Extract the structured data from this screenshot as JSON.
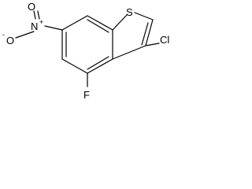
{
  "molecule": {
    "atoms": {
      "sulfur": "S",
      "chlorine": "Cl",
      "fluorine": "F",
      "nitro_nitrogen": "N",
      "nitro_oxygen_top": "O",
      "nitro_oxygen_left": "O"
    },
    "charges": {
      "nitro_nitrogen": "+",
      "nitro_oxygen_left": "-"
    }
  }
}
